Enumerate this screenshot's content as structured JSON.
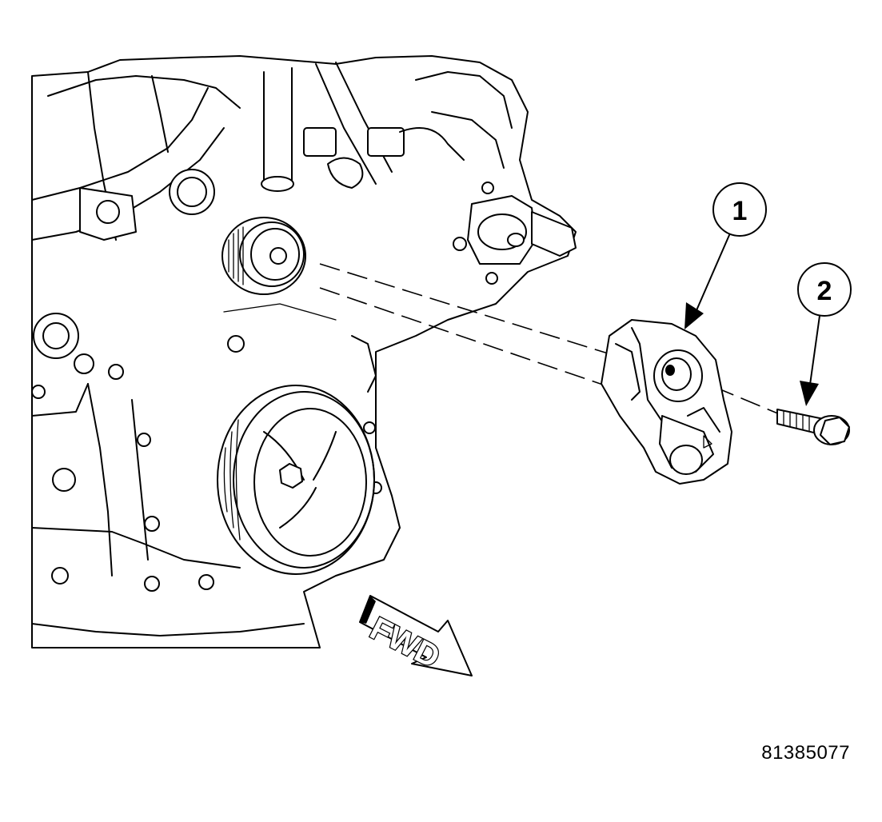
{
  "diagram": {
    "callouts": [
      {
        "label": "1"
      },
      {
        "label": "2"
      }
    ],
    "direction_arrow": {
      "label": "FWD"
    },
    "figure_number": "81385077"
  }
}
